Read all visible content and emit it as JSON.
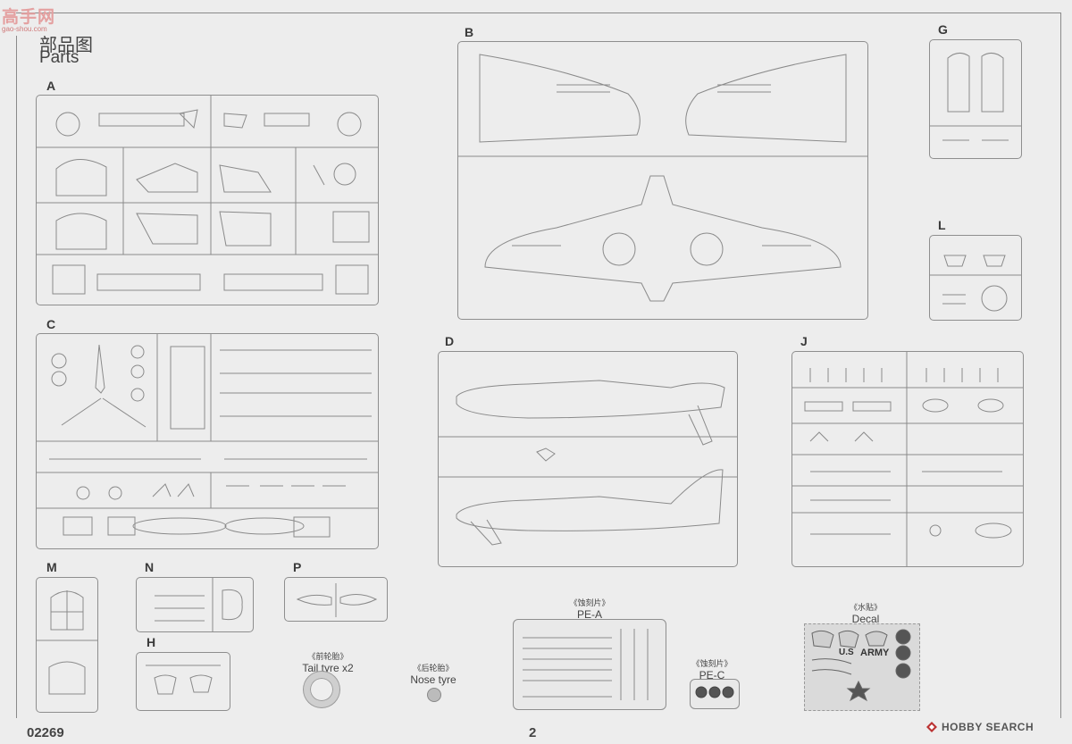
{
  "watermark": {
    "text": "高手网",
    "subtext": "gao-shou.com"
  },
  "header": {
    "title_cn": "部品图",
    "title_en": "Parts"
  },
  "sprues": {
    "a": "A",
    "b": "B",
    "c": "C",
    "d": "D",
    "g": "G",
    "h": "H",
    "j": "J",
    "l": "L",
    "m": "M",
    "n": "N",
    "p": "P"
  },
  "photo_etch": {
    "pe_a": {
      "label_cn": "《蚀刻片》",
      "label_en": "PE-A"
    },
    "pe_c": {
      "label_cn": "《蚀刻片》",
      "label_en": "PE-C"
    }
  },
  "tyres": {
    "tail": {
      "label_cn": "《前轮胎》",
      "label_en": "Tail tyre  x2"
    },
    "nose": {
      "label_cn": "《后轮胎》",
      "label_en": "Nose tyre"
    }
  },
  "decal": {
    "label_cn": "《水贴》",
    "label_en": "Decal",
    "markings": {
      "us": "U.S",
      "army": "ARMY"
    }
  },
  "footer": {
    "product_code": "02269",
    "page_number": "2",
    "brand": "HOBBY SEARCH"
  },
  "colors": {
    "line": "#8e8e8e",
    "paper": "#ededed",
    "decal_red": "#c44",
    "decal_white": "#fafafa"
  }
}
